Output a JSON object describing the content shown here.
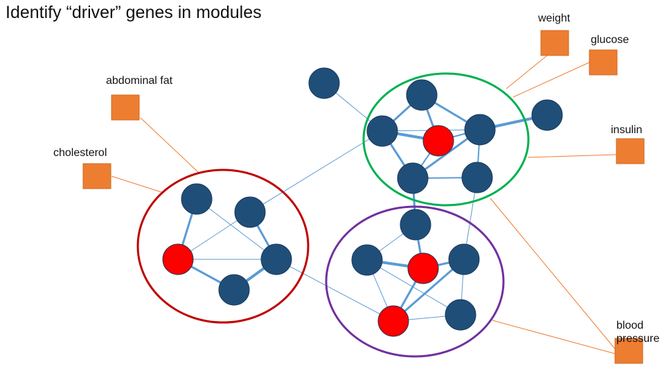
{
  "title": "Identify “driver” genes in modules",
  "colors": {
    "gene_node": "#1f4e79",
    "driver_node": "#ff0000",
    "trait_box": "#ed7d31",
    "gene_edge": "#5b9bd5",
    "trait_edge": "#ed7d31",
    "module_red": "#c00000",
    "module_green": "#00b050",
    "module_purple": "#7030a0"
  },
  "traits": [
    {
      "id": "abdominal_fat",
      "label": "abdominal fat"
    },
    {
      "id": "cholesterol",
      "label": "cholesterol"
    },
    {
      "id": "weight",
      "label": "weight"
    },
    {
      "id": "glucose",
      "label": "glucose"
    },
    {
      "id": "insulin",
      "label": "insulin"
    },
    {
      "id": "blood_pressure",
      "label": "blood pressure"
    }
  ]
}
